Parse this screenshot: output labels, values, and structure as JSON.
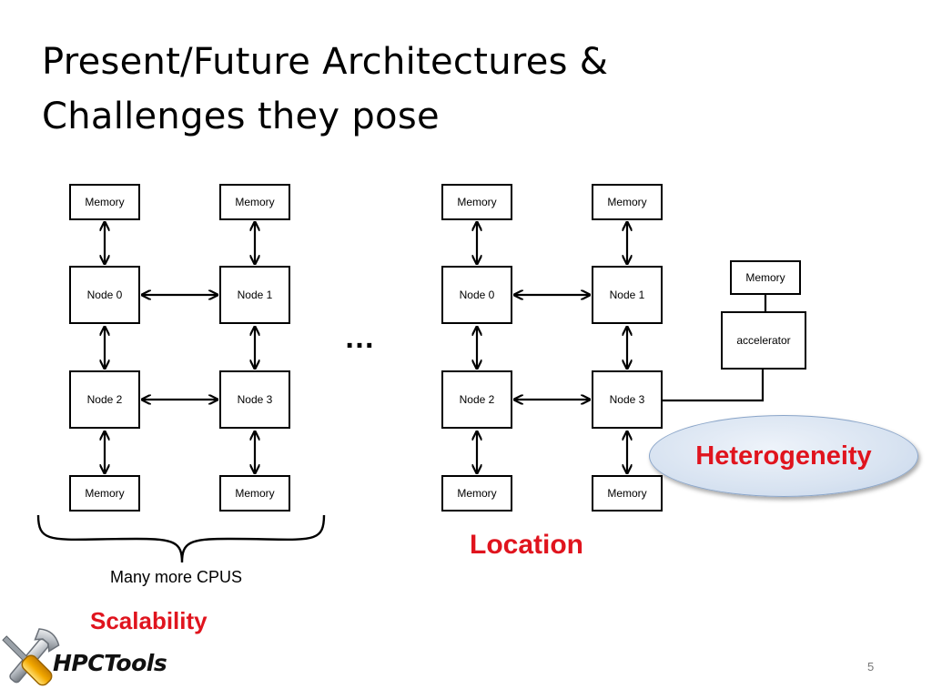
{
  "slide": {
    "title_line1": "Present/Future Architectures &",
    "title_line2": "Challenges they pose",
    "page_number": "5"
  },
  "diagram": {
    "ellipsis": "…",
    "left": {
      "mem_top_0": "Memory",
      "mem_top_1": "Memory",
      "node0": "Node 0",
      "node1": "Node 1",
      "node2": "Node 2",
      "node3": "Node 3",
      "mem_bot_0": "Memory",
      "mem_bot_1": "Memory",
      "caption": "Many more CPUS"
    },
    "right": {
      "mem_top_0": "Memory",
      "mem_top_1": "Memory",
      "node0": "Node 0",
      "node1": "Node 1",
      "node2": "Node 2",
      "node3": "Node 3",
      "mem_bot_0": "Memory",
      "mem_bot_1": "Memory",
      "accel_memory": "Memory",
      "accelerator": "accelerator"
    }
  },
  "labels": {
    "scalability": "Scalability",
    "location": "Location",
    "heterogeneity": "Heterogeneity",
    "label_color": "#e0141e"
  },
  "logo": {
    "text": "HPCTools",
    "icon": "wrench-screwdriver-icon"
  }
}
